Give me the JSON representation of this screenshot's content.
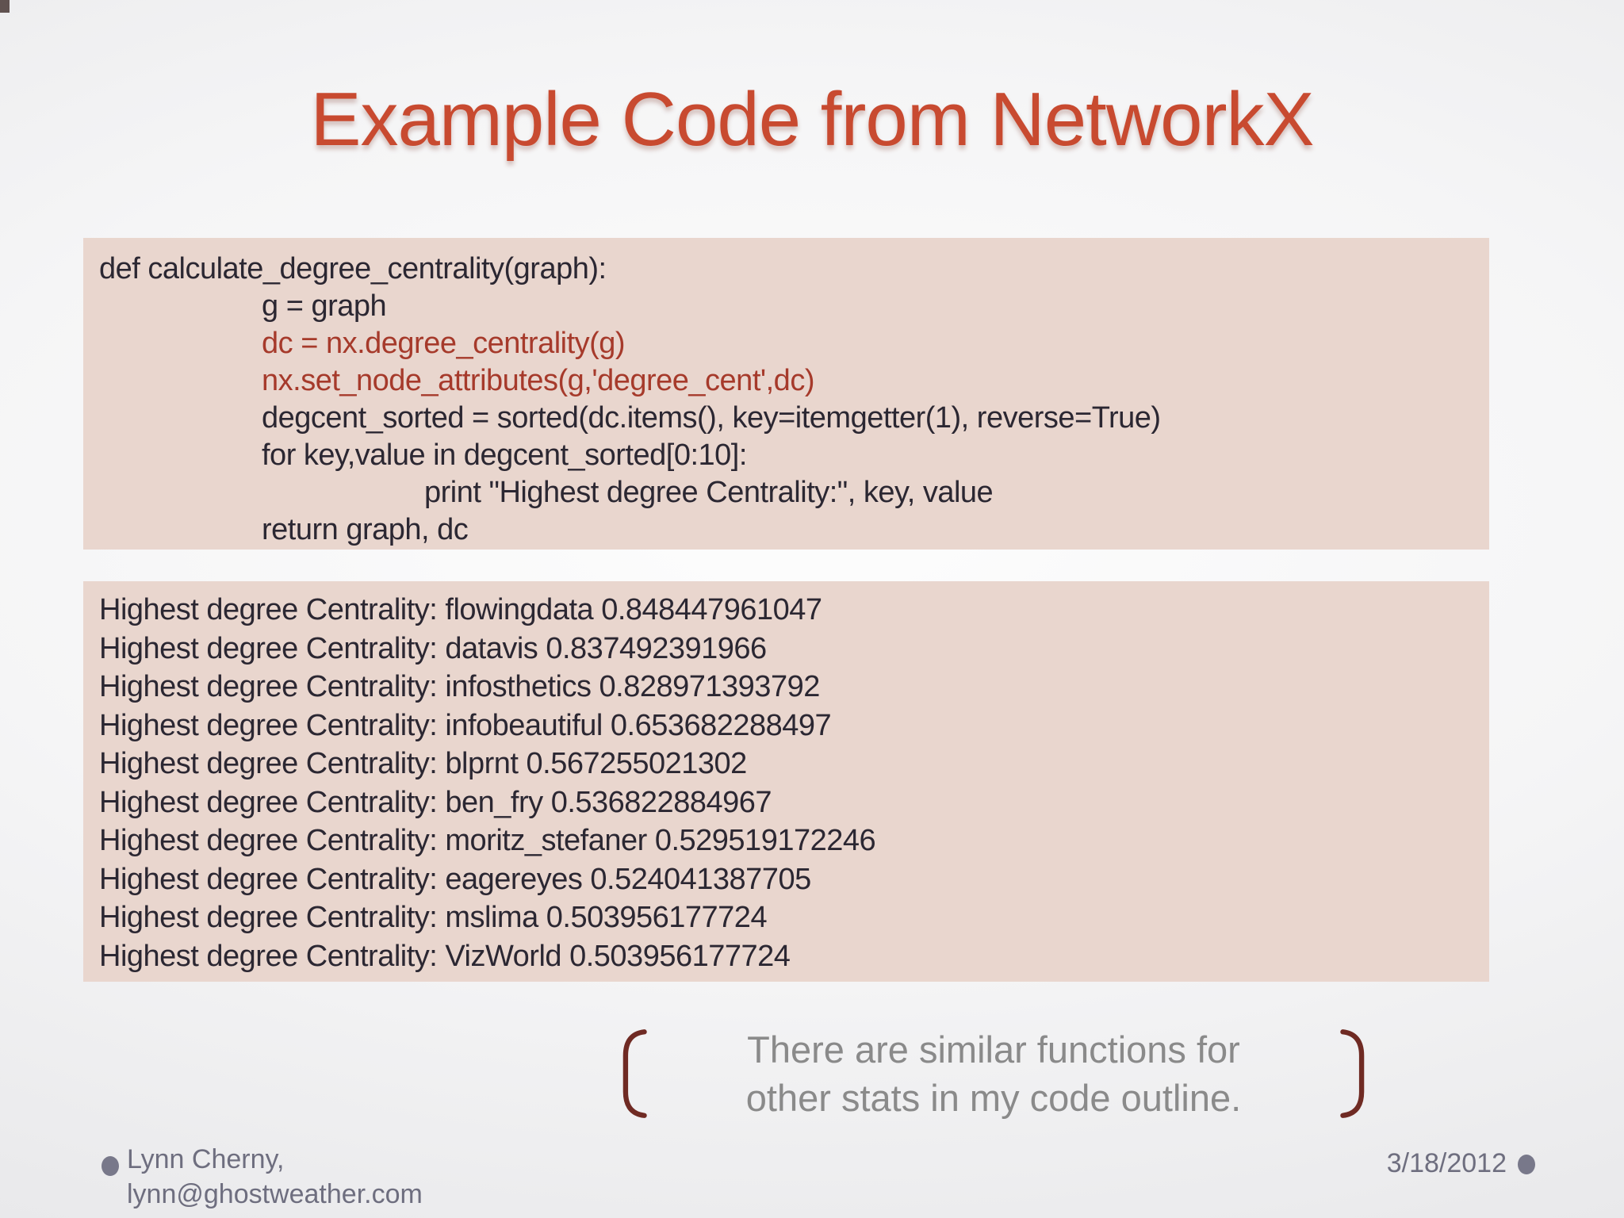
{
  "title": "Example Code from NetworkX",
  "code_block": {
    "lines": [
      {
        "text": "def calculate_degree_centrality(graph):",
        "indent": 0,
        "color": "dark"
      },
      {
        "text": "g = graph",
        "indent": 1,
        "color": "dark"
      },
      {
        "text": "dc = nx.degree_centrality(g)",
        "indent": 1,
        "color": "red"
      },
      {
        "text": "nx.set_node_attributes(g,'degree_cent',dc)",
        "indent": 1,
        "color": "red"
      },
      {
        "text": "degcent_sorted = sorted(dc.items(), key=itemgetter(1), reverse=True)",
        "indent": 1,
        "color": "dark"
      },
      {
        "text": "for key,value in degcent_sorted[0:10]:",
        "indent": 1,
        "color": "dark"
      },
      {
        "text": "print \"Highest degree Centrality:\", key, value",
        "indent": 2,
        "color": "dark"
      },
      {
        "text": "return graph, dc",
        "indent": 1,
        "color": "dark"
      }
    ]
  },
  "output_block": {
    "lines": [
      "Highest degree Centrality: flowingdata 0.848447961047",
      "Highest degree Centrality: datavis 0.837492391966",
      "Highest degree Centrality: infosthetics 0.828971393792",
      "Highest degree Centrality: infobeautiful 0.653682288497",
      "Highest degree Centrality: blprnt 0.567255021302",
      "Highest degree Centrality: ben_fry 0.536822884967",
      "Highest degree Centrality: moritz_stefaner 0.529519172246",
      "Highest degree Centrality: eagereyes 0.524041387705",
      "Highest degree Centrality: mslima 0.503956177724",
      "Highest degree Centrality: VizWorld 0.503956177724"
    ]
  },
  "note": {
    "line1": "There are similar functions for",
    "line2": "other stats in my code outline."
  },
  "footer": {
    "author_line1": "Lynn Cherny,",
    "author_line2": "lynn@ghostweather.com",
    "date": "3/18/2012"
  },
  "colors": {
    "title_red": "#c84a30",
    "code_red": "#a63a2b",
    "block_background": "#e9d6ce",
    "body_text": "#2b2732",
    "note_gray": "#8a8a8a",
    "footer_gray": "#6e6e7f",
    "bracket_maroon": "#6f2a23"
  }
}
